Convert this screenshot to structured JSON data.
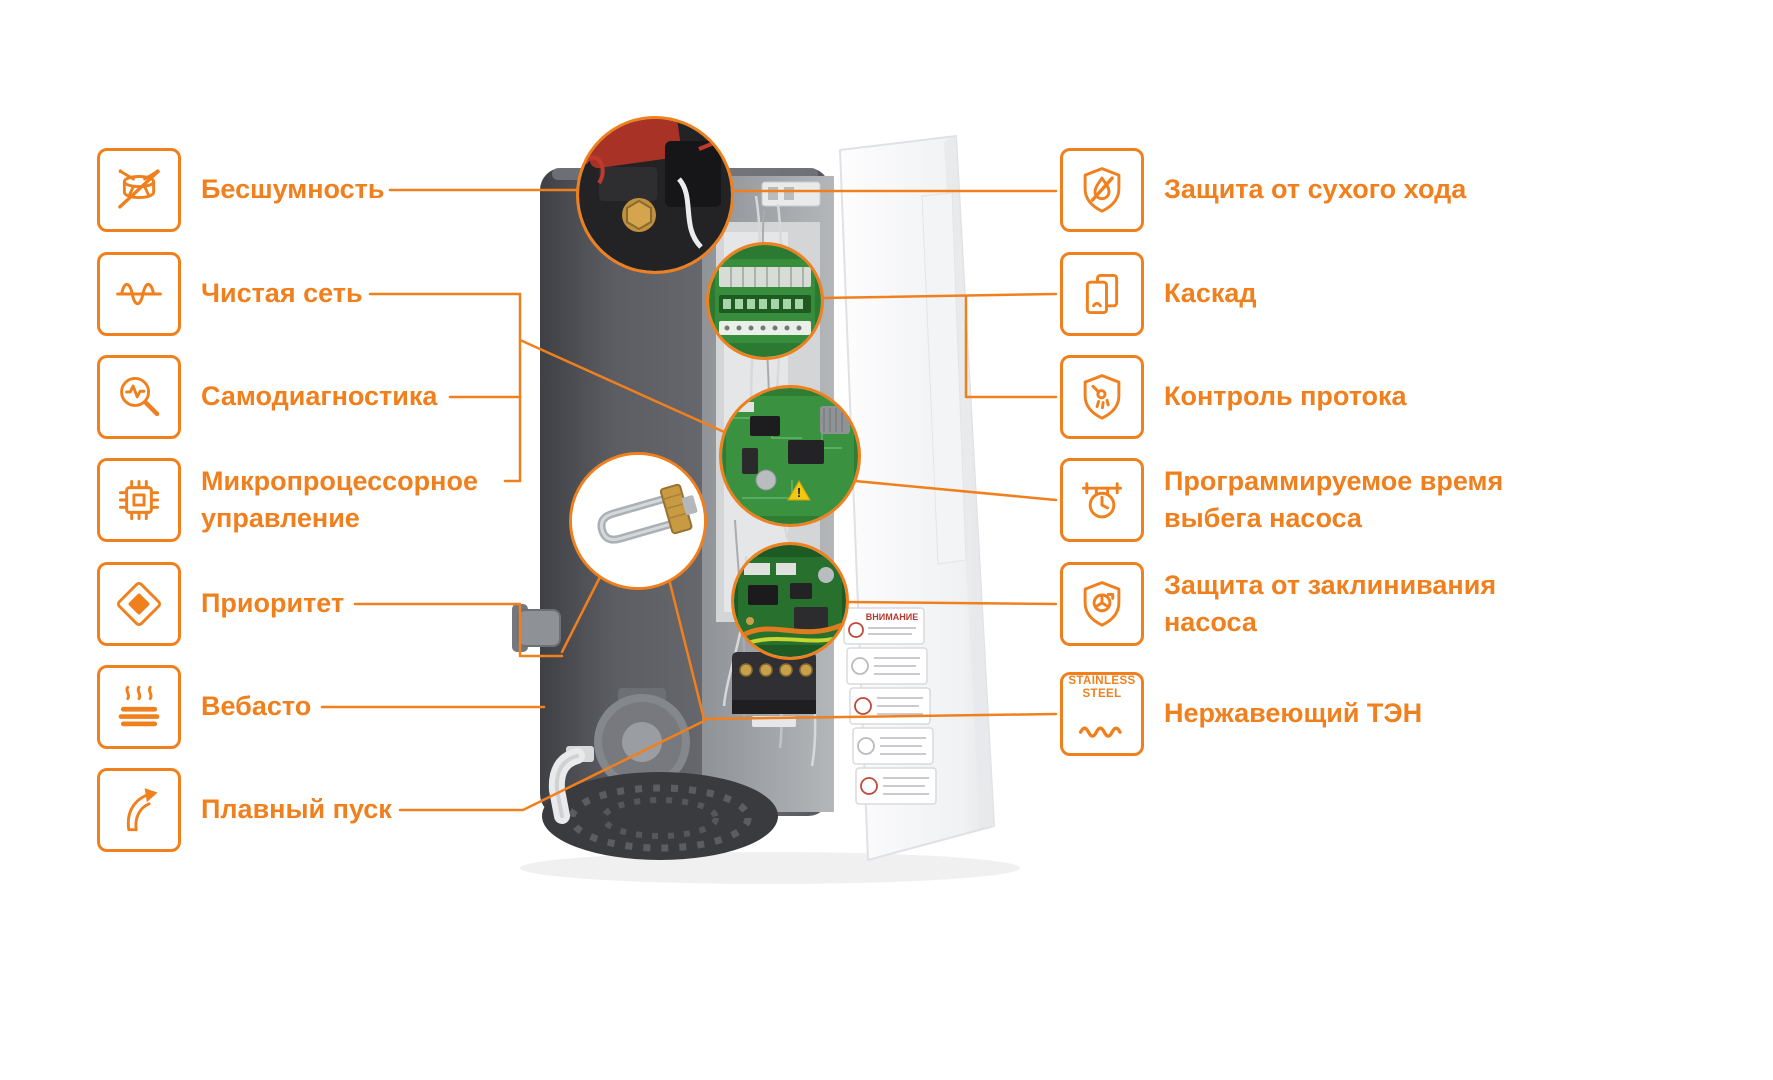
{
  "palette": {
    "accent": "#F0801E",
    "boiler_dark": "#4a4c50",
    "door_white": "#f4f5f6",
    "pcb_green": "#3a9140"
  },
  "left_features": [
    {
      "label": "Бесшумность",
      "icon": "muted-drum-icon"
    },
    {
      "label": "Чистая сеть",
      "icon": "sine-wave-icon"
    },
    {
      "label": "Самодиагностика",
      "icon": "diagnostics-magnifier-icon"
    },
    {
      "label": "Микропроцессорное управление",
      "icon": "microchip-icon"
    },
    {
      "label": "Приоритет",
      "icon": "priority-diamond-icon"
    },
    {
      "label": "Вебасто",
      "icon": "webasto-heat-icon"
    },
    {
      "label": "Плавный пуск",
      "icon": "soft-start-arrow-icon"
    }
  ],
  "right_features": [
    {
      "label": "Защита от сухого хода",
      "icon": "dry-run-shield-icon"
    },
    {
      "label": "Каскад",
      "icon": "cascade-boilers-icon"
    },
    {
      "label": "Контроль протока",
      "icon": "flow-control-shield-icon"
    },
    {
      "label": "Программируемое время выбега насоса",
      "icon": "pump-timer-icon"
    },
    {
      "label": "Защита от заклинивания насоса",
      "icon": "pump-jam-shield-icon"
    },
    {
      "label": "Нержавеющий ТЭН",
      "icon": "stainless-steel-icon",
      "icon_caption_line1": "STAINLESS",
      "icon_caption_line2": "STEEL"
    }
  ],
  "boiler": {
    "door_sticker_heading": "ВНИМАНИЕ"
  }
}
